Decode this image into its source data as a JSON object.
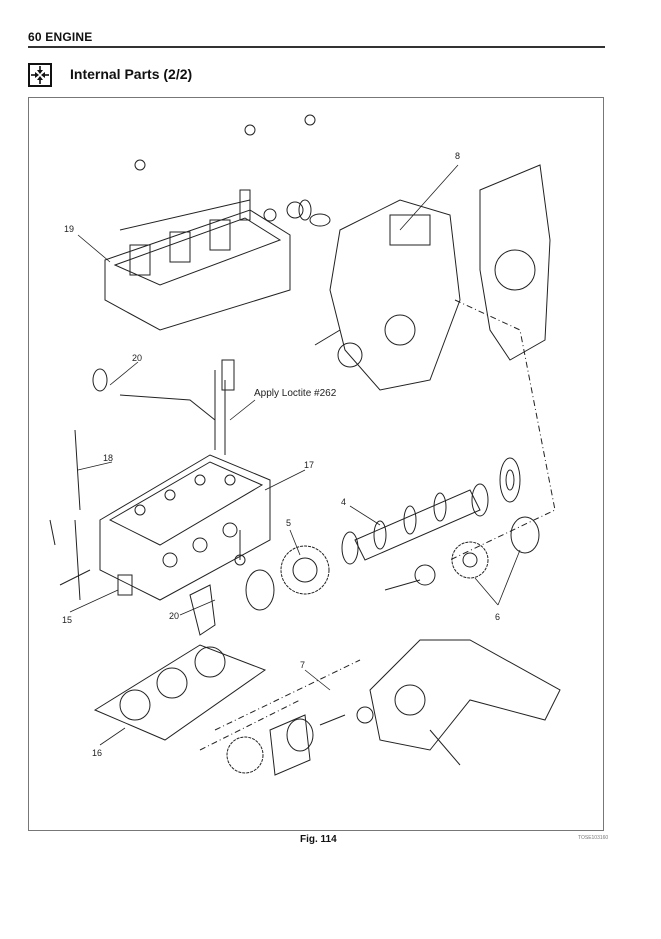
{
  "header": {
    "section": "60  ENGINE"
  },
  "title": "Internal Parts (2/2)",
  "figure": {
    "caption": "Fig. 114",
    "code": "TOSE103160",
    "callouts": {
      "c8": "8",
      "c19": "19",
      "c20a": "20",
      "c18": "18",
      "c17": "17",
      "c4": "4",
      "c5": "5",
      "c20b": "20",
      "c15": "15",
      "c6": "6",
      "c7": "7",
      "c16": "16"
    },
    "note": "Apply Loctite #262"
  }
}
